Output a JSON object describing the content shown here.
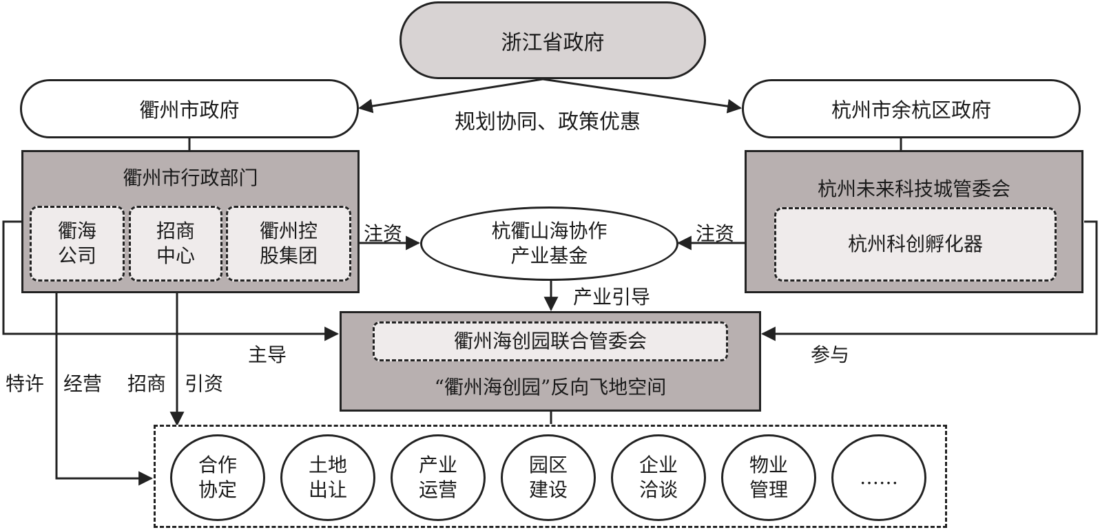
{
  "nodes": {
    "zhejiang": "浙江省政府",
    "quzhou_gov": "衢州市政府",
    "yuhang_gov": "杭州市余杭区政府",
    "quzhou_admin": "衢州市行政部门",
    "quhai_company": [
      "衢海",
      "公司"
    ],
    "invest_center": [
      "招商",
      "中心"
    ],
    "holding_group": [
      "衢州控",
      "股集团"
    ],
    "future_city": "杭州未来科技城管委会",
    "incubator": "杭州科创孵化器",
    "fund": [
      "杭衢山海协作",
      "产业基金"
    ],
    "joint_committee": "衢州海创园联合管委会",
    "enclave": "“衢州海创园”反向飞地空间"
  },
  "edge_labels": {
    "coordination": "规划协同、政策优惠",
    "inject_left": "注资",
    "inject_right": "注资",
    "industry_guide": "产业引导",
    "lead": "主导",
    "participate": "参与",
    "franchise": "特许",
    "operate": "经营",
    "attract": "招商",
    "investment": "引资"
  },
  "activities": [
    [
      "合作",
      "协定"
    ],
    [
      "土地",
      "出让"
    ],
    [
      "产业",
      "运营"
    ],
    [
      "园区",
      "建设"
    ],
    [
      "企业",
      "洽谈"
    ],
    [
      "物业",
      "管理"
    ],
    [
      "……"
    ]
  ]
}
